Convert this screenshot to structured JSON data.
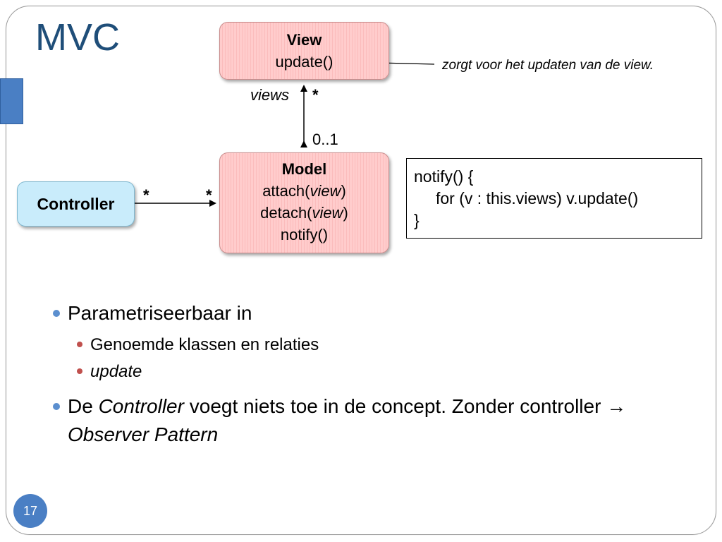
{
  "title": "MVC",
  "diagram": {
    "view": {
      "name": "View",
      "method": "update()"
    },
    "view_note": "zorgt voor het updaten van de view.",
    "views_label": "views",
    "views_multiplicity": "*",
    "model_multiplicity": "0..1",
    "model": {
      "name": "Model",
      "attach_prefix": "attach(",
      "attach_arg": "view",
      "attach_suffix": ")",
      "detach_prefix": "detach(",
      "detach_arg": "view",
      "detach_suffix": ")",
      "notify": "notify()"
    },
    "controller": {
      "name": "Controller"
    },
    "controller_multiplicity": "*",
    "controller_model_multiplicity": "*",
    "code": {
      "line1": "notify() {",
      "line2": "for (v : this.views)  v.update()",
      "line3": "}"
    }
  },
  "bullets": {
    "b1": "Parametriseerbaar in",
    "b1_sub1": "Genoemde klassen en relaties",
    "b1_sub2": "update",
    "b2_part1": "De ",
    "b2_part2": "Controller",
    "b2_part3": " voegt niets toe in de concept. Zonder controller ",
    "b2_arrow": "→",
    "b2_part4": "Observer Pattern"
  },
  "page_number": "17",
  "colors": {
    "title": "#1f4e79",
    "pink_box": "#ffcccc",
    "cyan_box": "#c9ecfb",
    "accent_blue": "#4a7fc4",
    "sub_bullet": "#c0504d"
  }
}
